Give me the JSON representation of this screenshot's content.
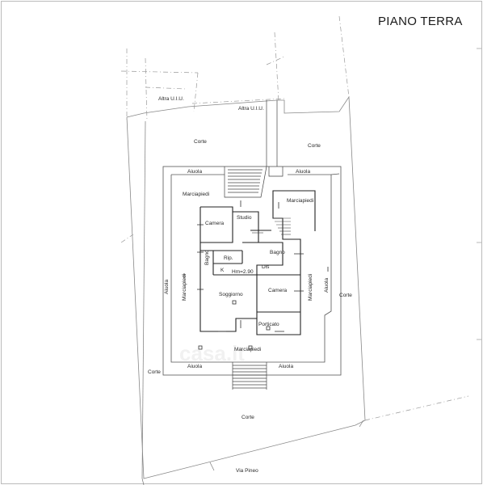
{
  "drawing": {
    "title": "PIANO TERRA",
    "watermark": "casa.it",
    "labels": {
      "altra_uiu_1": "Altra U.I.U.",
      "altra_uiu_2": "Altra U.I.U.",
      "corte_nw": "Corte",
      "corte_ne": "Corte",
      "corte_e": "Corte",
      "corte_sw": "Corte",
      "corte_s": "Corte",
      "aiuola_n_left": "Aiuola",
      "aiuola_n_right": "Aiuola",
      "aiuola_w": "Aiuola",
      "aiuola_e": "Aiuola",
      "aiuola_s_left": "Aiuola",
      "aiuola_s_right": "Aiuola",
      "marciapiedi_nw": "Marciapiedi",
      "marciapiedi_ne": "Marciapiedi",
      "marciapiedi_w": "Marciapiedi",
      "marciapiedi_e": "Marciapiedi",
      "marciapiedi_s": "Marciapiedi",
      "camera_1": "Camera",
      "studio": "Studio",
      "bagno_1": "Bagno",
      "rip": "Rip.",
      "bagno_2": "Bagno",
      "dis": "Dis",
      "k": "K",
      "height": "Hm=2.90",
      "soggiorno": "Soggiorno",
      "camera_2": "Camera",
      "porticato": "Porticato",
      "street": "Via Pineo"
    }
  }
}
